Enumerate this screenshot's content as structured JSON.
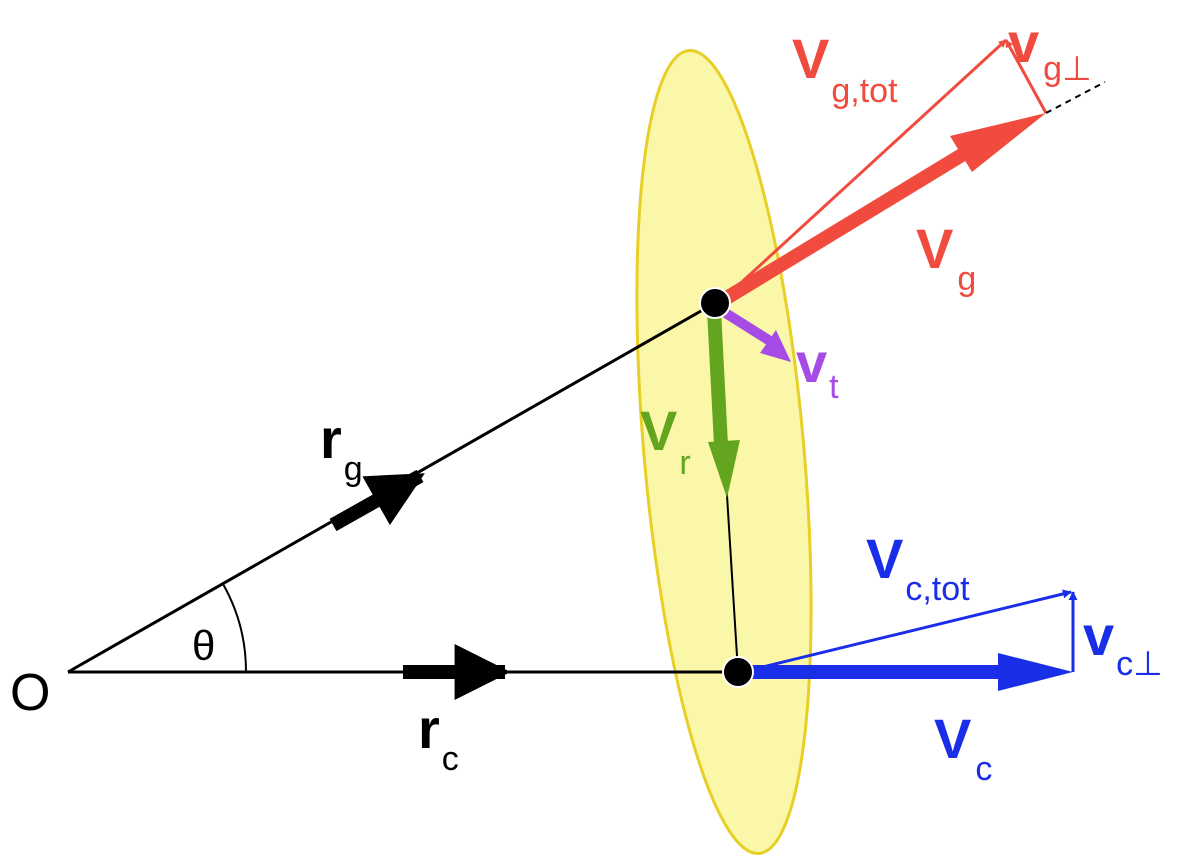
{
  "origin": {
    "label": "O"
  },
  "angle": {
    "label": "θ"
  },
  "vectors": {
    "r_g": {
      "main": "r",
      "sub": "g"
    },
    "r_c": {
      "main": "r",
      "sub": "c"
    },
    "V_g": {
      "main": "V",
      "sub": "g"
    },
    "V_g_tot": {
      "main": "V",
      "sub": "g,tot"
    },
    "v_g_perp": {
      "main": "v",
      "sub": "g⊥"
    },
    "v_t": {
      "main": "v",
      "sub": "t"
    },
    "V_r": {
      "main": "V",
      "sub": "r"
    },
    "V_c": {
      "main": "V",
      "sub": "c"
    },
    "V_c_tot": {
      "main": "V",
      "sub": "c,tot"
    },
    "v_c_perp": {
      "main": "v",
      "sub": "c⊥"
    }
  },
  "colors": {
    "red": "#f04b3e",
    "blue": "#1a2ee8",
    "green": "#63a51f",
    "purple": "#a64be6",
    "black": "#000000",
    "ellipse_fill": "#fbf7a8",
    "ellipse_stroke": "#e8cf28"
  }
}
